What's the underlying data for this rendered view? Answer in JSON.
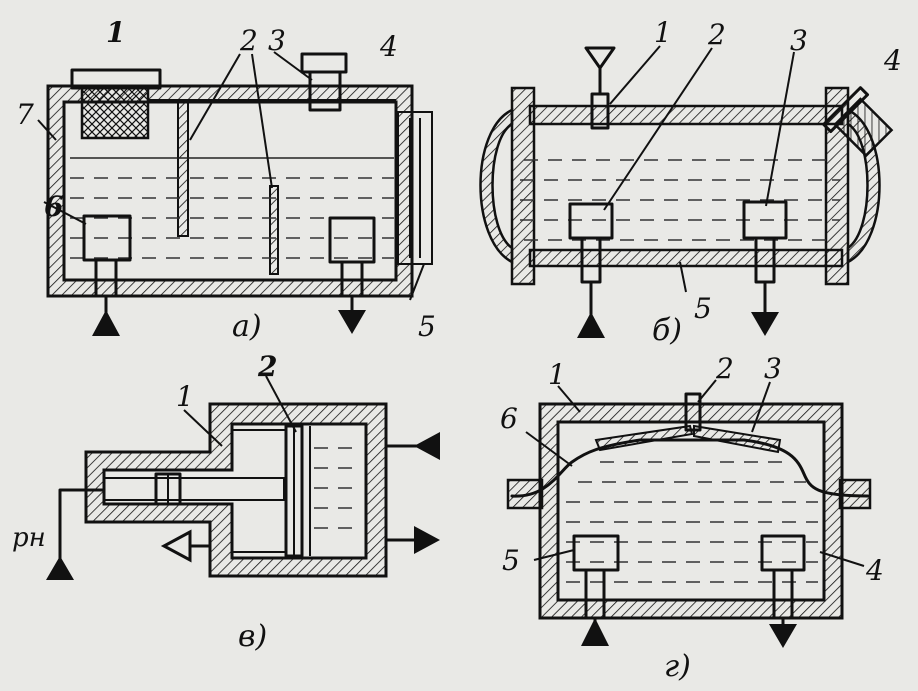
{
  "diagrams": {
    "a": {
      "caption": "а)",
      "labels": [
        "1",
        "2",
        "3",
        "4",
        "5",
        "6",
        "7"
      ]
    },
    "b": {
      "caption": "б)",
      "labels": [
        "1",
        "2",
        "3",
        "4",
        "5"
      ]
    },
    "v": {
      "caption": "в)",
      "labels": [
        "1",
        "2"
      ],
      "pressure_label": "pн"
    },
    "g": {
      "caption": "г)",
      "labels": [
        "1",
        "2",
        "3",
        "4",
        "5",
        "6"
      ]
    }
  },
  "colors": {
    "ink": "#111111",
    "paper": "#e9e9e6"
  }
}
